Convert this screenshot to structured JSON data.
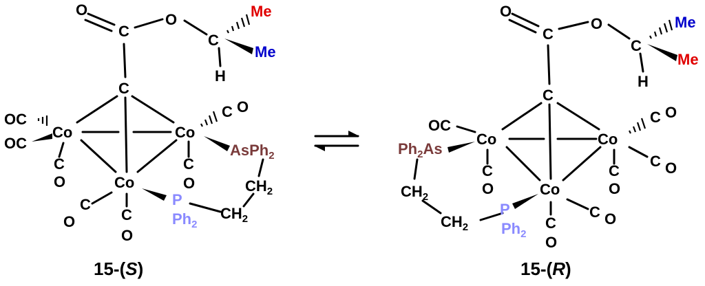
{
  "atoms": {
    "o": "O",
    "c": "C",
    "h": "H",
    "co_metal": "Co",
    "oc": "OC",
    "me": "Me",
    "p": "P",
    "ph": "Ph",
    "ph_sub": "2",
    "as": "As",
    "ch": "CH",
    "ch_sub": "2"
  },
  "captions": {
    "left_prefix": "15-(",
    "left_config": "S",
    "right_prefix": "15-(",
    "right_config": "R",
    "suffix": ")"
  },
  "colors": {
    "me_red": "#e00000",
    "me_blue": "#0000cc",
    "phosphorus": "#8a8aff",
    "arsenic": "#7a3b3b",
    "bond": "#000000"
  }
}
